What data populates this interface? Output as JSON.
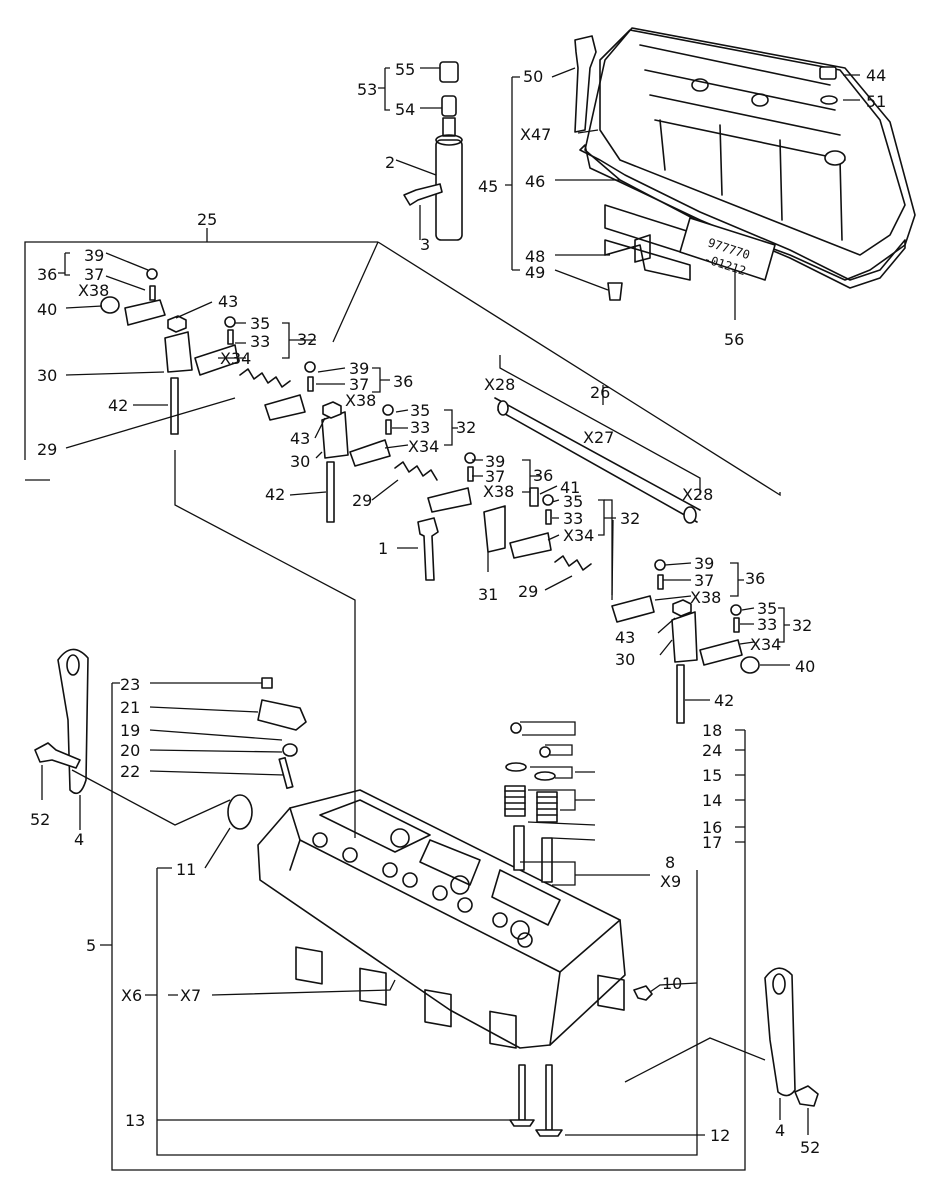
{
  "labels": {
    "l1": "1",
    "l2": "2",
    "l3": "3",
    "l4a": "4",
    "l4b": "4",
    "l5": "5",
    "l8": "8",
    "l9": "X9",
    "l10": "10",
    "l11": "11",
    "l12": "12",
    "l13": "13",
    "l14": "14",
    "l15": "15",
    "l16": "16",
    "l17": "17",
    "l18": "18",
    "l19": "19",
    "l20": "20",
    "l21": "21",
    "l22": "22",
    "l23": "23",
    "l24": "24",
    "l25": "25",
    "l26": "26",
    "x27": "X27",
    "x28a": "X28",
    "x28b": "X28",
    "l29a": "29",
    "l29b": "29",
    "l29c": "29",
    "l30a": "30",
    "l30b": "30",
    "l30c": "30",
    "l31": "31",
    "l32a": "32",
    "l32b": "32",
    "l32c": "32",
    "l32d": "32",
    "l33a": "33",
    "l33b": "33",
    "l33c": "33",
    "l33d": "33",
    "x34a": "X34",
    "x34b": "X34",
    "x34c": "X34",
    "x34d": "X34",
    "l35a": "35",
    "l35b": "35",
    "l35c": "35",
    "l35d": "35",
    "l36a": "36",
    "l36b": "36",
    "l36c": "36",
    "l36d": "36",
    "l37a": "37",
    "l37b": "37",
    "l37c": "37",
    "l37d": "37",
    "x38a": "X38",
    "x38b": "X38",
    "x38c": "X38",
    "x38d": "X38",
    "l39a": "39",
    "l39b": "39",
    "l39c": "39",
    "l39d": "39",
    "l40a": "40",
    "l40b": "40",
    "l41": "41",
    "l42a": "42",
    "l42b": "42",
    "l42c": "42",
    "l43a": "43",
    "l43b": "43",
    "l43c": "43",
    "l44": "44",
    "l45": "45",
    "l46": "46",
    "x47": "X47",
    "l48": "48",
    "l49": "49",
    "l50": "50",
    "l51": "51",
    "l52a": "52",
    "l52b": "52",
    "l53": "53",
    "l54": "54",
    "l55": "55",
    "l56": "56",
    "x6": "X6",
    "x7": "X7"
  },
  "decal_text": [
    "977770",
    "-01212"
  ]
}
